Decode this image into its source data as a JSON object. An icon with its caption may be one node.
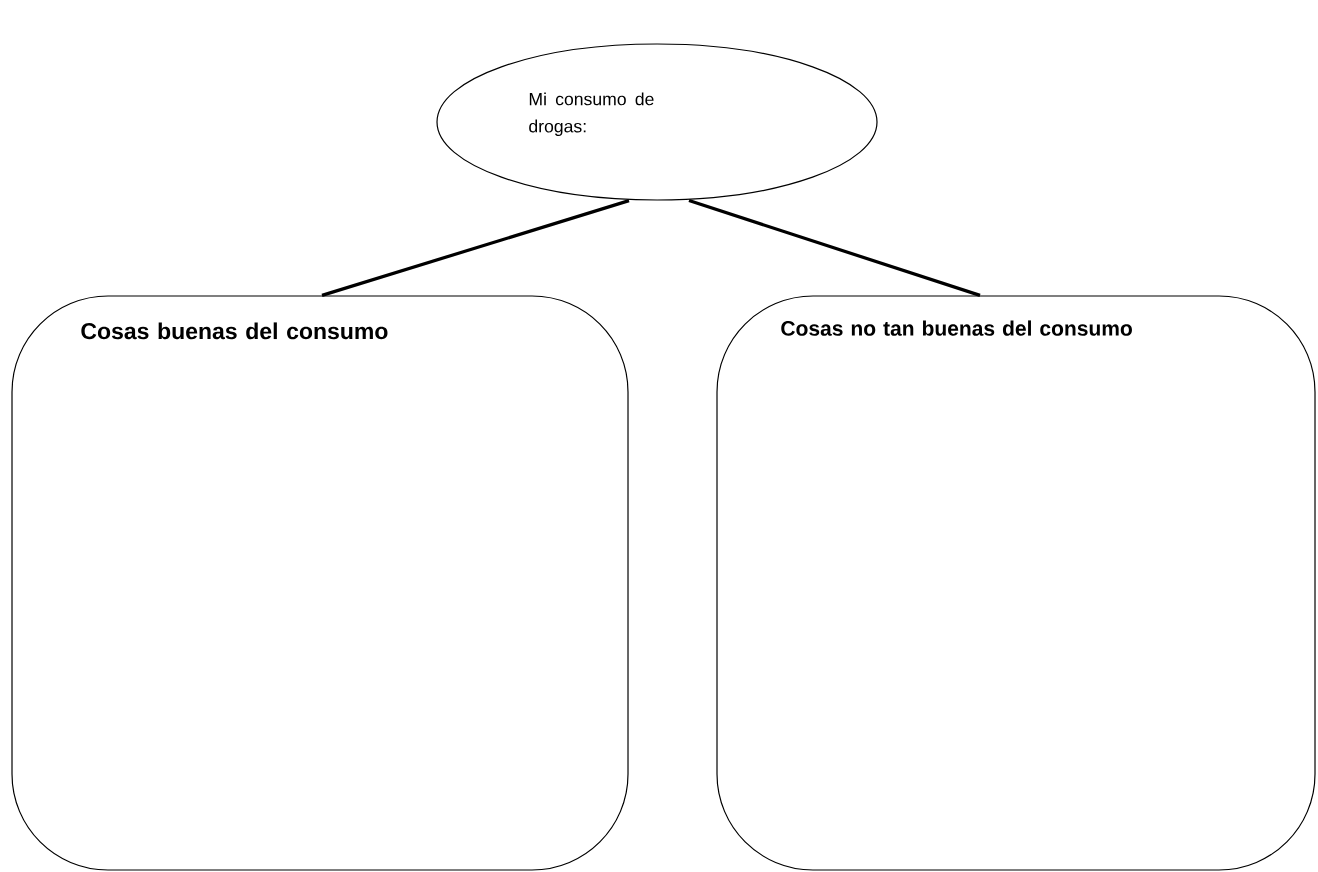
{
  "diagram": {
    "nodes": [
      {
        "text": [
          "Mi consumo de drogas:"
        ]
      },
      {
        "text": [
          "Cosas buenas del consumo"
        ]
      },
      {
        "text": [
          "Cosas no tan buenas del consumo"
        ]
      }
    ],
    "edges": [
      {
        "from": 0,
        "to": 1,
        "arrow": "none"
      },
      {
        "from": 0,
        "to": 2,
        "arrow": "none"
      }
    ]
  }
}
